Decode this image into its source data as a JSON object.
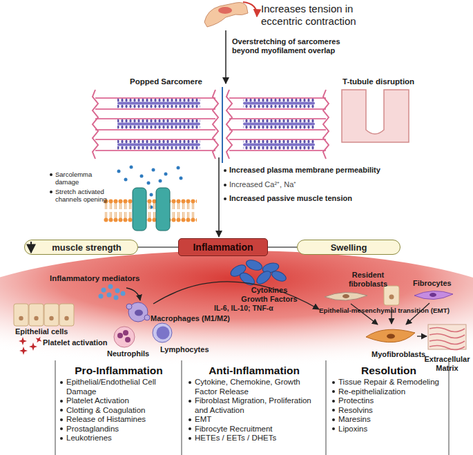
{
  "diagram": {
    "nodes": [
      {
        "text": [
          "muscle strength"
        ]
      },
      {
        "text": [
          "Inflammation"
        ]
      },
      {
        "text": [
          "Swelling"
        ]
      }
    ],
    "edges": [
      {
        "from": 0,
        "to": 1,
        "arrow": "none"
      },
      {
        "from": 1,
        "to": 2,
        "arrow": "none"
      }
    ],
    "labels": [
      "Increases tension in eccentric contraction",
      "Overstretching of sarcomeres beyond myofilament overlap",
      "Popped Sarcomere",
      "T-tubule disruption",
      "Sarcolemma damage",
      "Stretch activated channels opening",
      "Increased plasma membrane permeability",
      "Increased Ca²⁺, Na⁺",
      "Increased passive muscle tension",
      "Inflammatory mediators",
      "Cytokines Growth Factors",
      "IL-6, IL-10; TNF-α",
      "Resident fibroblasts",
      "Fibrocytes",
      "Epithelial-mesenchymal transition (EMT)",
      "Macrophages (M1/M2)",
      "Epithelial cells",
      "Neutrophils",
      "Lymphocytes",
      "Myofibroblasts",
      "Extracellular Matrix",
      "Platelet activation",
      "Pro-Inflammation",
      "Epithelial/Endothelial Cell Damage",
      "Platelet Activation",
      "Clotting & Coagulation",
      "Release of Histamines",
      "Prostaglandins",
      "Leukotrienes",
      "Anti-Inflammation",
      "Cytokine, Chemokine, Growth Factor Release",
      "Fibroblast Migration, Proliferation and Activation",
      "EMT",
      "Fibrocyte Recruitment",
      "HETEs / EETs / DHETs",
      "Resolution",
      "Tissue Repair & Remodeling",
      "Re-epithelialization",
      "Protectins",
      "Resolvins",
      "Maresins",
      "Lipoxins"
    ]
  }
}
